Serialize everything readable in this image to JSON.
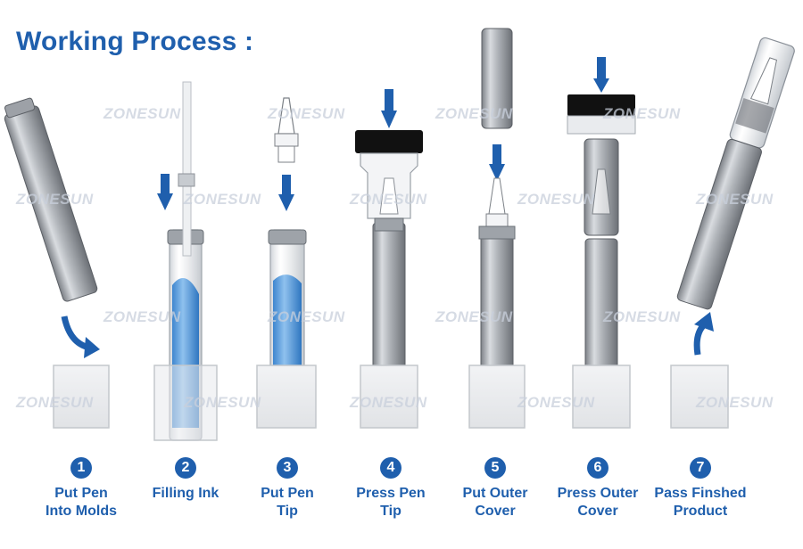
{
  "title": "Working Process :",
  "watermark": "ZONESUN",
  "colors": {
    "accent": "#1f5fad",
    "ink": "#3c8fd6",
    "cap": "#111111",
    "watermark": "#c9d0dc"
  },
  "steps": [
    {
      "num": "1",
      "line1": "Put Pen",
      "line2": "Into Molds",
      "icon": "pen-into-mold"
    },
    {
      "num": "2",
      "line1": "Filling Ink",
      "line2": "",
      "icon": "filling-needle"
    },
    {
      "num": "3",
      "line1": "Put Pen",
      "line2": "Tip",
      "icon": "pen-tip"
    },
    {
      "num": "4",
      "line1": "Press Pen",
      "line2": "Tip",
      "icon": "press-head"
    },
    {
      "num": "5",
      "line1": "Put Outer",
      "line2": "Cover",
      "icon": "outer-cover"
    },
    {
      "num": "6",
      "line1": "Press Outer",
      "line2": "Cover",
      "icon": "press-cover"
    },
    {
      "num": "7",
      "line1": "Pass Finshed",
      "line2": "Product",
      "icon": "finished-pen"
    }
  ]
}
